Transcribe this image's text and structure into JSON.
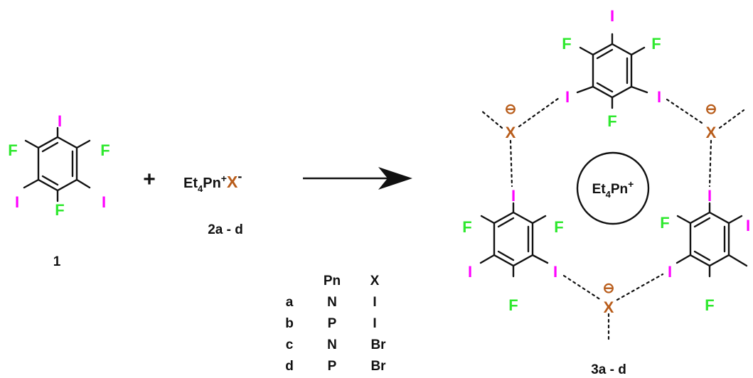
{
  "colors": {
    "iodine": "#ff00ff",
    "fluorine": "#2ee82e",
    "halide": "#b85c1a",
    "bond": "#111111"
  },
  "atoms": {
    "I": "I",
    "F": "F",
    "X": "X",
    "minus": "-",
    "anion_charge": "⊖"
  },
  "reactant1": {
    "label": "1"
  },
  "plus_sign": "+",
  "salt": {
    "et": "Et",
    "sub4": "4",
    "pn": "Pn",
    "plus": "+",
    "label": "2a - d"
  },
  "cation": {
    "et": "Et",
    "sub4": "4",
    "pn": "Pn",
    "plus": "+"
  },
  "product": {
    "label": "3a - d"
  },
  "table": {
    "headers": [
      "Pn",
      "X"
    ],
    "rows": [
      {
        "key": "a",
        "pn": "N",
        "x": "I"
      },
      {
        "key": "b",
        "pn": "P",
        "x": "I"
      },
      {
        "key": "c",
        "pn": "N",
        "x": "Br"
      },
      {
        "key": "d",
        "pn": "P",
        "x": "Br"
      }
    ]
  }
}
